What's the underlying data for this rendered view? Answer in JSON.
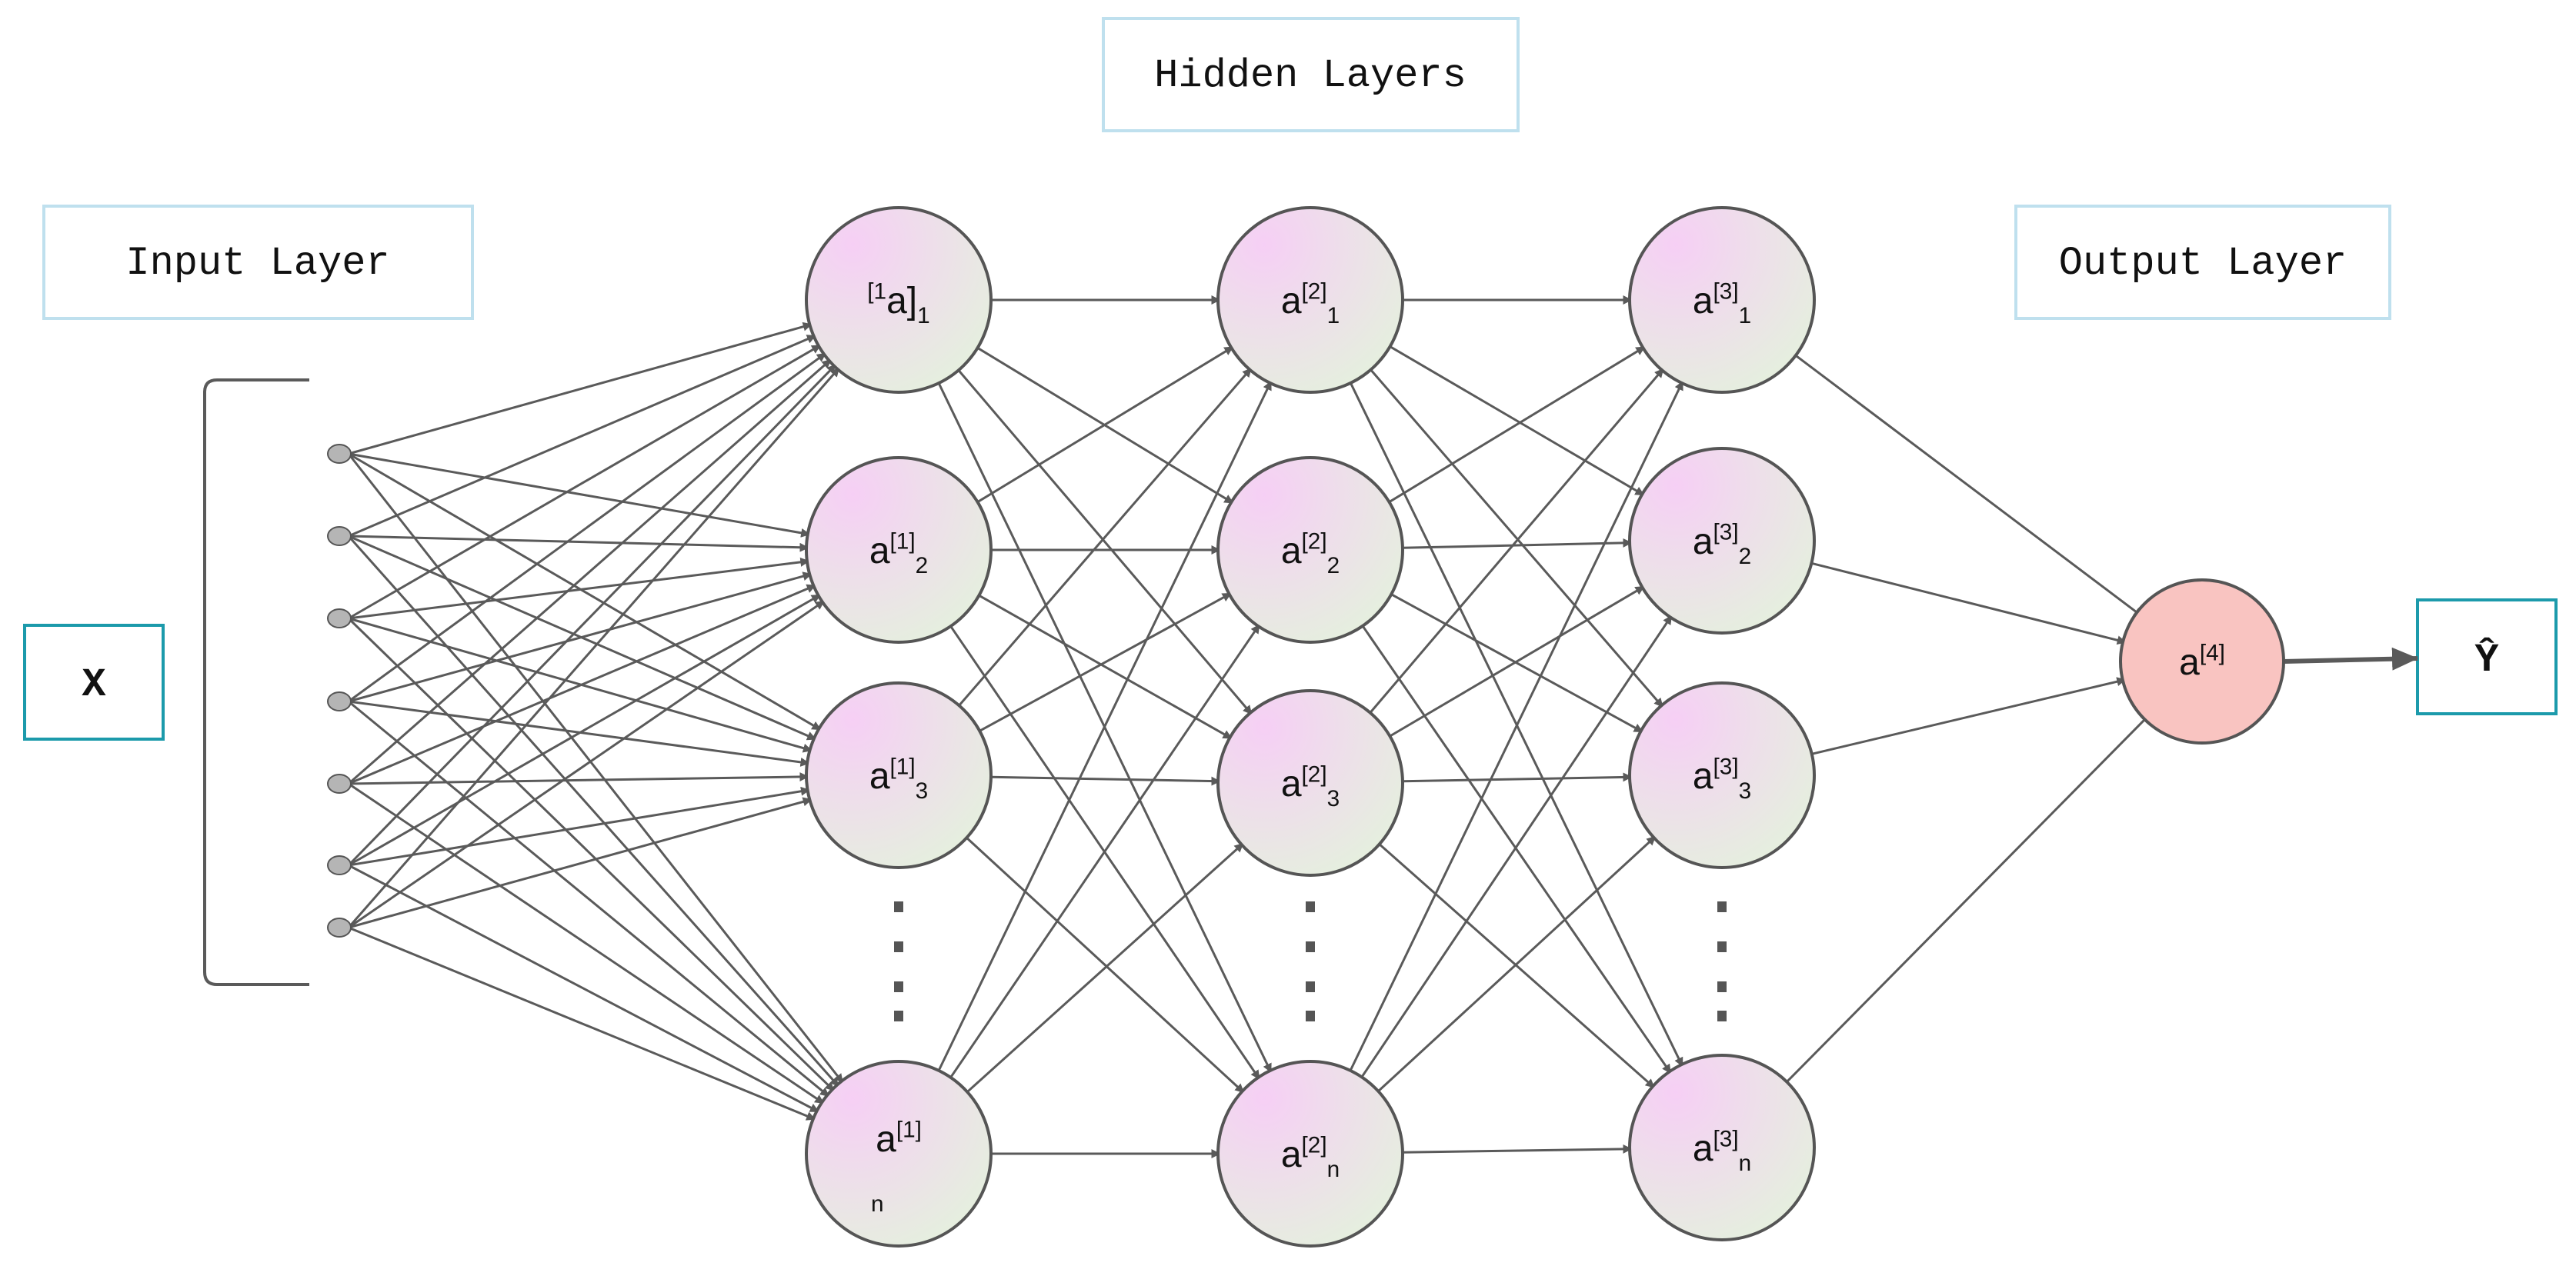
{
  "labels": {
    "hidden": "Hidden Layers",
    "input": "Input Layer",
    "output": "Output Layer",
    "x": "X",
    "y": "Ŷ"
  },
  "input_nodes_count": 7,
  "layers": [
    {
      "id": "layer1",
      "nodes": [
        {
          "base": "",
          "sup": "[1",
          "tail": "a]",
          "sub": "1"
        },
        {
          "base": "a",
          "sup": "[1]",
          "sub": "2"
        },
        {
          "base": "a",
          "sup": "[1]",
          "sub": "3"
        },
        {
          "base": "a",
          "sup": "[1]",
          "sub": "n",
          "sub_low": true
        }
      ]
    },
    {
      "id": "layer2",
      "nodes": [
        {
          "base": "a",
          "sup": "[2]",
          "sub": "1"
        },
        {
          "base": "a",
          "sup": "[2]",
          "sub": "2"
        },
        {
          "base": "a",
          "sup": "[2]",
          "sub": "3"
        },
        {
          "base": "a",
          "sup": "[2]",
          "sub": "n"
        }
      ]
    },
    {
      "id": "layer3",
      "nodes": [
        {
          "base": "a",
          "sup": "[3]",
          "sub": "1"
        },
        {
          "base": "a",
          "sup": "[3]",
          "sub": "2"
        },
        {
          "base": "a",
          "sup": "[3]",
          "sub": "3"
        },
        {
          "base": "a",
          "sup": "[3]",
          "sub": "n"
        }
      ]
    }
  ],
  "output_node": {
    "base": "a",
    "sup": "[4]",
    "sub": ""
  },
  "colors": {
    "node_gradient_start": "#f6cff5",
    "node_gradient_end": "#e4f1dd",
    "output_fill": "#f9c4c1",
    "edge": "#5a5a5a",
    "input_box_border": "#bfe0ee",
    "io_box_border": "#1c9aab",
    "input_dot": "#b5b5b5"
  }
}
